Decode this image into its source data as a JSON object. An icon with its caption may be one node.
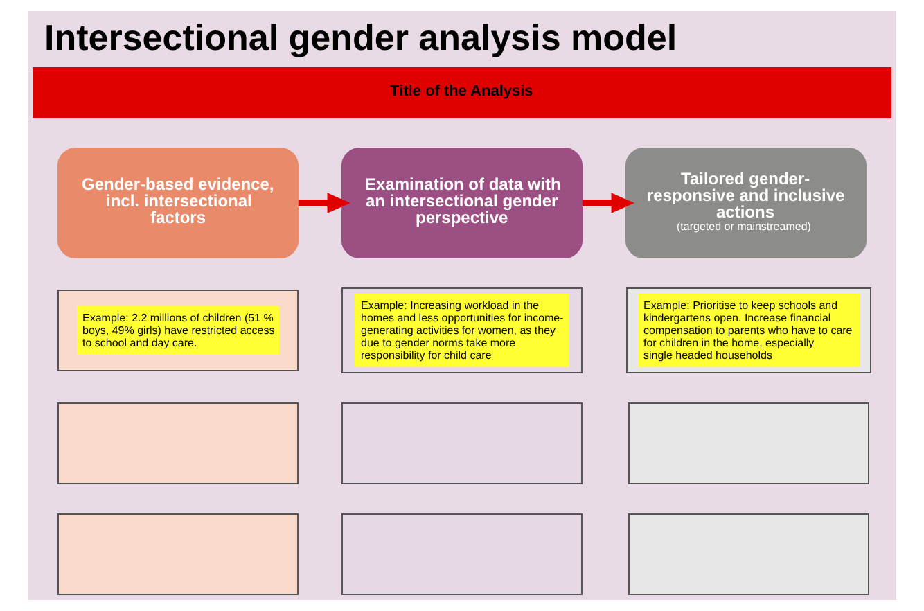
{
  "diagram": {
    "title": "Intersectional gender analysis model",
    "nodes": [
      {
        "text": [
          "Title of the Analysis"
        ]
      },
      {
        "text": [
          "Gender-based evidence, incl. intersectional factors"
        ]
      },
      {
        "text": [
          "Examination of data with an intersectional gender perspective"
        ]
      },
      {
        "text": [
          "Tailored gender-responsive and inclusive actions",
          "(targeted or mainstreamed)"
        ]
      },
      {
        "text": [
          "Example: 2.2 millions of children (51 % boys, 49% girls) have restricted access to school and day care."
        ]
      },
      {
        "text": [
          "Example: Increasing workload in the homes and less opportunities for income-generating activities for women, as they due to gender norms take more responsibility for child care"
        ]
      },
      {
        "text": [
          "Example: Prioritise to keep schools and kindergartens open. Increase financial compensation to parents who have to care for children in the home, especially single headed households"
        ]
      },
      {
        "text": [],
        "shape": "box"
      },
      {
        "text": [],
        "shape": "box"
      },
      {
        "text": [],
        "shape": "box"
      },
      {
        "text": [],
        "shape": "box"
      },
      {
        "text": [],
        "shape": "box"
      },
      {
        "text": [],
        "shape": "box"
      }
    ],
    "edges": [
      {
        "from": 1,
        "to": 2,
        "arrow": "to"
      },
      {
        "from": 2,
        "to": 3,
        "arrow": "to"
      }
    ]
  }
}
